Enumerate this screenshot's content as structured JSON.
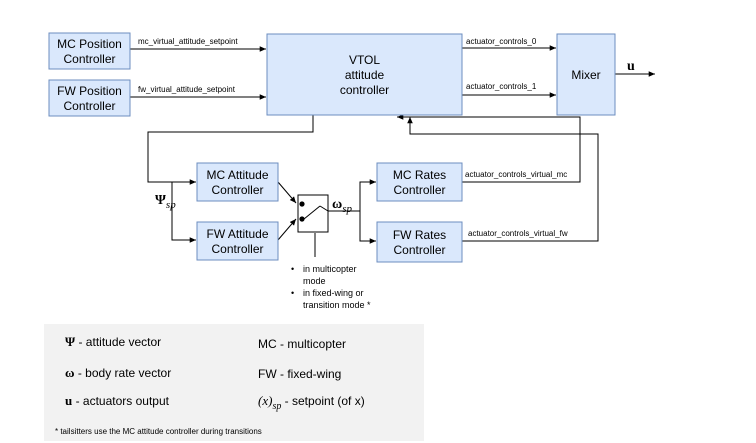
{
  "blocks": {
    "mc_position": {
      "line1": "MC Position",
      "line2": "Controller"
    },
    "fw_position": {
      "line1": "FW Position",
      "line2": "Controller"
    },
    "vtol": {
      "line1": "VTOL",
      "line2": "attitude",
      "line3": "controller"
    },
    "mixer": {
      "label": "Mixer"
    },
    "mc_attitude": {
      "line1": "MC Attitude",
      "line2": "Controller"
    },
    "fw_attitude": {
      "line1": "FW Attitude",
      "line2": "Controller"
    },
    "mc_rates": {
      "line1": "MC Rates",
      "line2": "Controller"
    },
    "fw_rates": {
      "line1": "FW Rates",
      "line2": "Controller"
    }
  },
  "signals": {
    "mc_virtual_attitude_setpoint": "mc_virtual_attitude_setpoint",
    "fw_virtual_attitude_setpoint": "fw_virtual_attitude_setpoint",
    "actuator_controls_0": "actuator_controls_0",
    "actuator_controls_1": "actuator_controls_1",
    "actuator_controls_virtual_mc": "actuator_controls_virtual_mc",
    "actuator_controls_virtual_fw": "actuator_controls_virtual_fw",
    "output_u": "u",
    "psi_symbol": "Ψ",
    "omega_symbol": "ω",
    "sp_subscript": "sp"
  },
  "switch_notes": [
    {
      "bullet": "•",
      "lines": [
        "in multicopter",
        "mode"
      ]
    },
    {
      "bullet": "•",
      "lines": [
        "in fixed-wing or",
        "transition mode *"
      ]
    }
  ],
  "legend": {
    "psi_symbol": "Ψ",
    "psi_text": " - attitude vector",
    "omega_symbol": "ω",
    "omega_text": " - body rate vector",
    "u_symbol": "u",
    "u_text": " - actuators output",
    "mc_text": "MC - multicopter",
    "fw_text": "FW - fixed-wing",
    "x_symbol": "(x)",
    "x_subscript": "sp",
    "x_text": " - setpoint (of x)",
    "footnote": "* tailsitters use the MC attitude controller during transitions"
  },
  "colors": {
    "block_fill": "#dae8fc",
    "block_stroke": "#6c8ebf",
    "legend_fill": "#f2f2f2",
    "line": "#000000"
  }
}
